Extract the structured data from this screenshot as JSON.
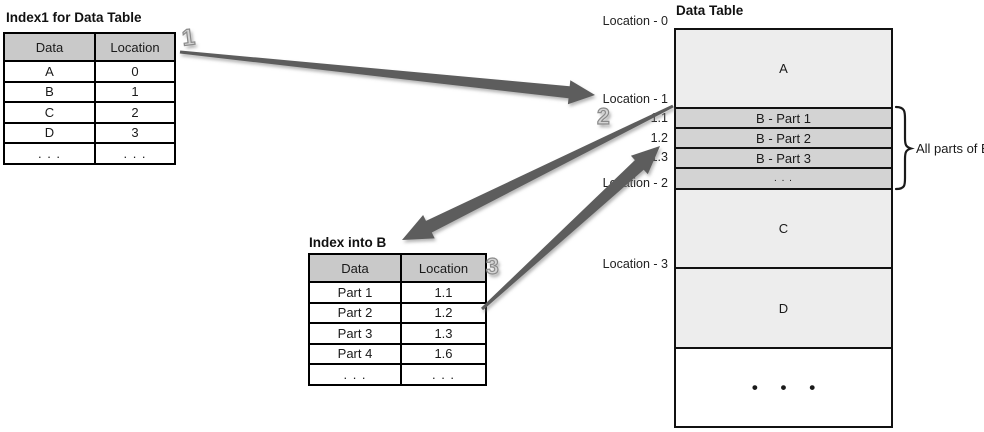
{
  "index1_table": {
    "title": "Index1 for Data Table",
    "col_headers": [
      "Data",
      "Location"
    ],
    "rows": [
      [
        "A",
        "0"
      ],
      [
        "B",
        "1"
      ],
      [
        "C",
        "2"
      ],
      [
        "D",
        "3"
      ],
      [
        ". . .",
        ". . ."
      ]
    ]
  },
  "index_b_table": {
    "title": "Index into B",
    "col_headers": [
      "Data",
      "Location"
    ],
    "rows": [
      [
        "Part 1",
        "1.1"
      ],
      [
        "Part 2",
        "1.2"
      ],
      [
        "Part 3",
        "1.3"
      ],
      [
        "Part 4",
        "1.6"
      ],
      [
        ". . .",
        ". . ."
      ]
    ]
  },
  "data_table": {
    "title": "Data Table",
    "blocks": [
      {
        "label": "A"
      },
      {
        "label": "B - Part 1"
      },
      {
        "label": "B - Part 2"
      },
      {
        "label": "B - Part 3"
      },
      {
        "label": ". . ."
      },
      {
        "label": "C"
      },
      {
        "label": "D"
      },
      {
        "label": "• • •"
      }
    ],
    "row_labels": {
      "loc0": "Location - 0",
      "loc1": "Location - 1",
      "l11": "1.1",
      "l12": "1.2",
      "l13": "1.3",
      "loc2": "Location - 2",
      "loc3": "Location - 3"
    }
  },
  "badges": {
    "step1": "1",
    "step2": "2",
    "step3": "3"
  },
  "brace_label": "All parts of B",
  "colors": {
    "header_bg": "#c9c9c9",
    "block_light": "#ededed",
    "block_gray": "#d3d3d3",
    "arrow": "#5d5d5d",
    "border": "#111111"
  }
}
